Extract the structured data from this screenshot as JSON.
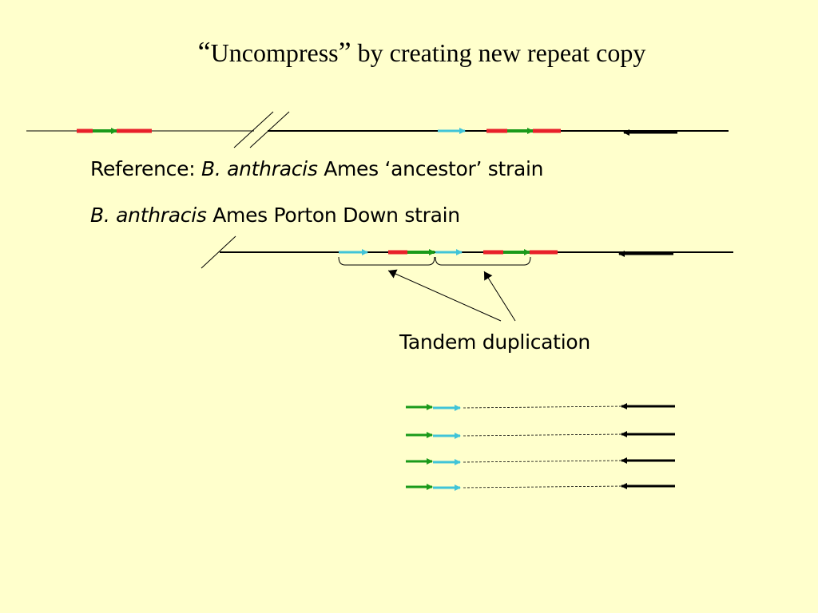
{
  "title": {
    "open_quote": "“",
    "word": "Uncompress",
    "close_quote": "”",
    "rest": " by creating new repeat copy"
  },
  "reference_label": {
    "prefix": "Reference: ",
    "species": "B. anthracis",
    "suffix": " Ames ‘ancestor’ strain"
  },
  "porton_label": {
    "species": "B. anthracis",
    "suffix": " Ames Porton Down strain"
  },
  "annotation": {
    "tandem": "Tandem duplication"
  },
  "colors": {
    "background": "#FFFFCC",
    "repeat_red": "#E8202A",
    "repeat_green": "#1A9A1A",
    "repeat_cyan": "#40C4D8",
    "line": "#000000"
  },
  "legend_reads": {
    "count": 4
  }
}
